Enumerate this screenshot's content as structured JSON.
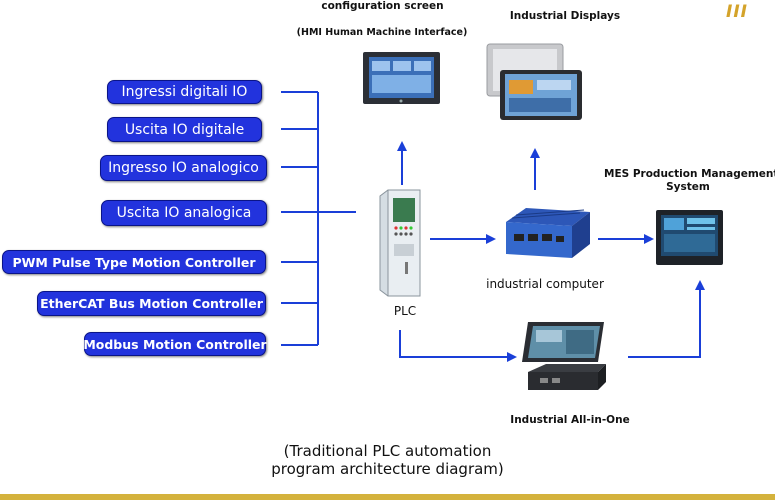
{
  "header": {
    "hmi_title": "configuration screen",
    "hmi_subtitle": "(HMI Human Machine Interface)",
    "displays_title": "Industrial Displays",
    "corner_mark": "III"
  },
  "io_modules": [
    {
      "label": "Ingressi digitali IO"
    },
    {
      "label": "Uscita IO digitale"
    },
    {
      "label": "Ingresso IO analogico"
    },
    {
      "label": "Uscita IO analogica"
    },
    {
      "label": "PWM Pulse Type Motion Controller"
    },
    {
      "label": "EtherCAT Bus Motion Controller"
    },
    {
      "label": "Modbus Motion Controller"
    }
  ],
  "nodes": {
    "plc": "PLC",
    "industrial_computer": "industrial computer",
    "mes_line1": "MES Production Management",
    "mes_line2": "System",
    "all_in_one": "Industrial All-in-One"
  },
  "caption": {
    "line1": "(Traditional PLC automation",
    "line2": "program architecture diagram)"
  },
  "colors": {
    "pill_fill": "#2233dd",
    "arrow": "#1a3fd8",
    "bottom_bar": "#d4b23c"
  }
}
